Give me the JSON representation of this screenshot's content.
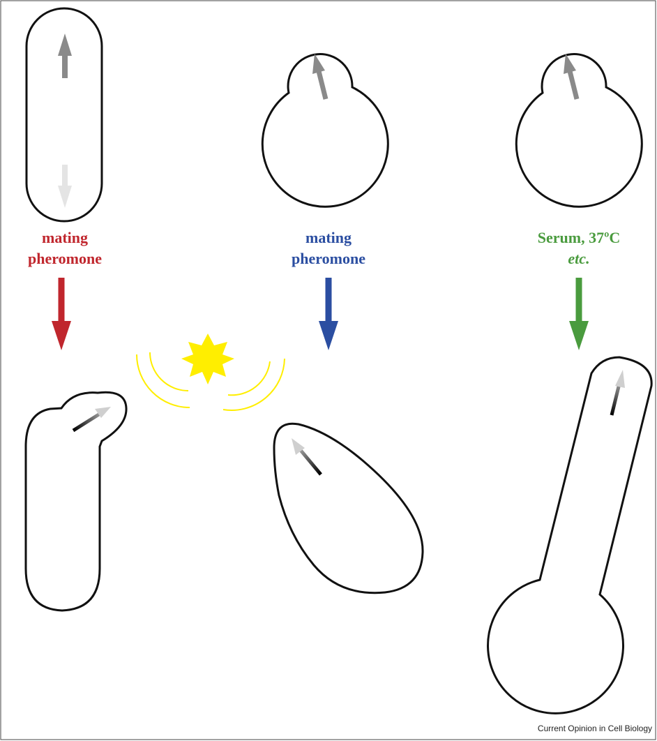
{
  "labels": {
    "col1_line1": "mating",
    "col1_line2": "pheromone",
    "col2_line1": "mating",
    "col2_line2": "pheromone",
    "col3_line1": "Serum, 37ºC",
    "col3_line2": "etc."
  },
  "credit": "Current Opinion in Cell Biology",
  "colors": {
    "red": "#c0262d",
    "blue": "#2b4ea1",
    "green": "#4a9b3e",
    "yellow": "#ffee00",
    "outline": "#111111"
  }
}
